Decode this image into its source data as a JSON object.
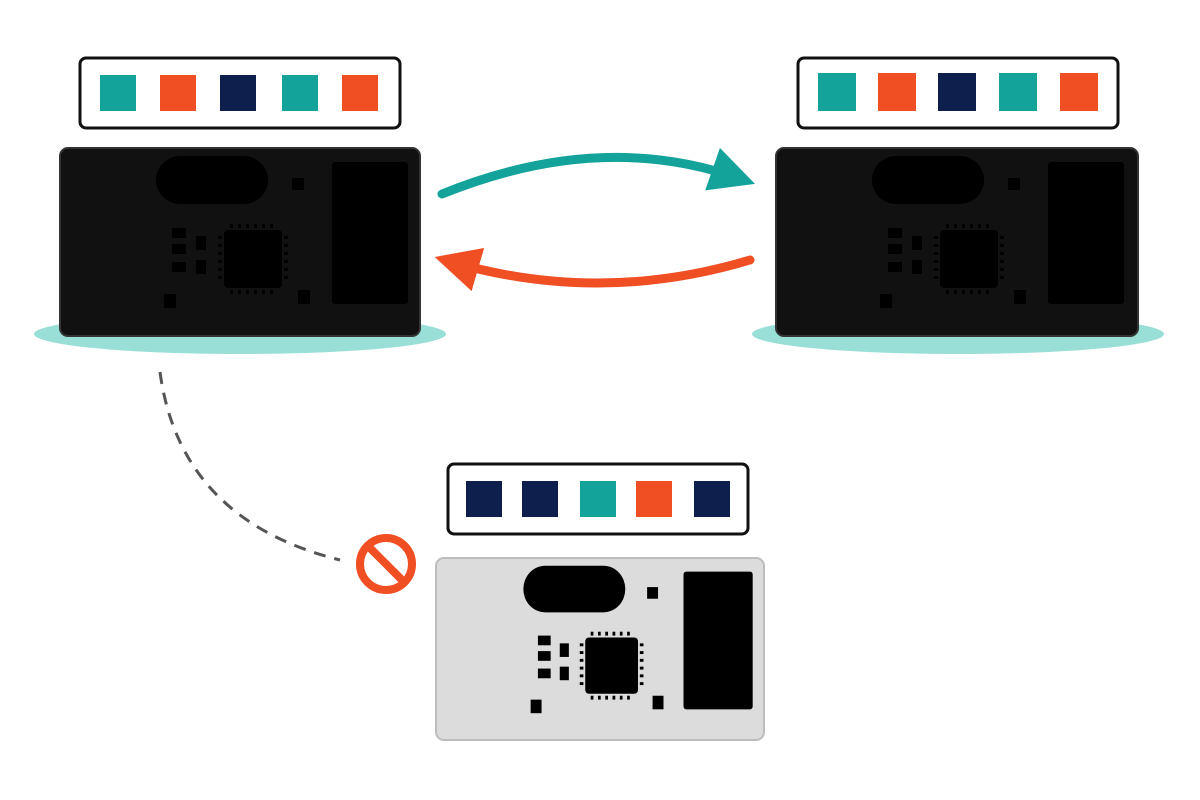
{
  "colors": {
    "teal": "#14a39b",
    "orange": "#f04e23",
    "navy": "#0e1f4d",
    "pcb": "#111111",
    "gold": "#f3c973",
    "shadow": "#9adfd7",
    "blocked": "#f04e23",
    "ghost_pcb": "#d8d8d8",
    "ghost_gold": "#f6e8c4"
  },
  "modules": [
    {
      "id": "module-a",
      "role": "paired",
      "address_code": [
        "teal",
        "orange",
        "navy",
        "teal",
        "orange"
      ]
    },
    {
      "id": "module-b",
      "role": "paired",
      "address_code": [
        "teal",
        "orange",
        "navy",
        "teal",
        "orange"
      ]
    },
    {
      "id": "module-c",
      "role": "blocked",
      "address_code": [
        "navy",
        "navy",
        "teal",
        "orange",
        "navy"
      ]
    }
  ],
  "links": [
    {
      "from": "module-a",
      "to": "module-b",
      "color": "teal",
      "style": "solid-arrow"
    },
    {
      "from": "module-b",
      "to": "module-a",
      "color": "orange",
      "style": "solid-arrow"
    },
    {
      "from": "module-a",
      "to": "module-c",
      "color": "gray",
      "style": "dashed-blocked"
    }
  ],
  "icons": {
    "blocked": "no-entry-icon",
    "crystal": "crystal-oscillator-icon",
    "antenna": "pcb-antenna-icon",
    "chip": "rf-chip-icon",
    "header": "pin-header-icon"
  }
}
